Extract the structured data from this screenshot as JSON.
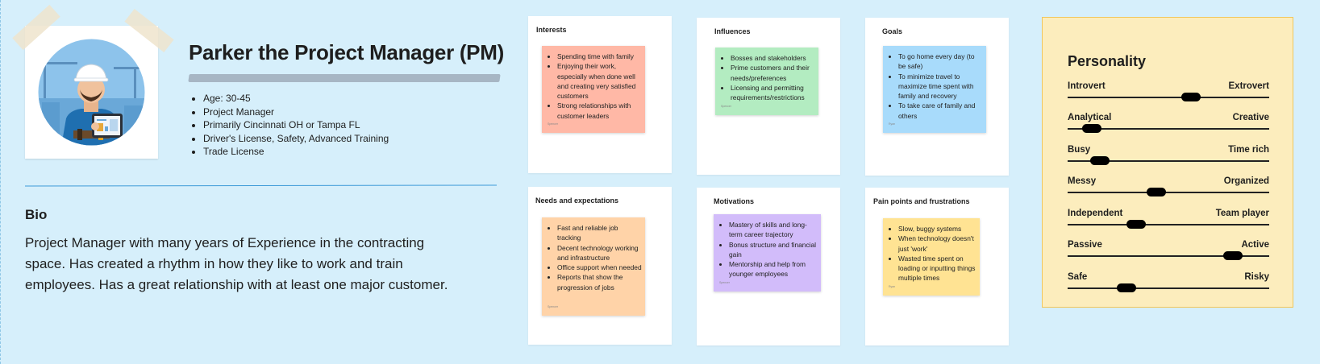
{
  "persona": {
    "title": "Parker the Project Manager (PM)",
    "facts": [
      "Age: 30-45",
      "Project Manager",
      "Primarily Cincinnati OH or Tampa FL",
      "Driver's License, Safety, Advanced Training",
      "Trade License"
    ]
  },
  "bio": {
    "heading": "Bio",
    "text": "Project Manager with many years of Experience in the contracting space. Has created a rhythm in how they like to work and train employees. Has a great relationship with at least one major customer."
  },
  "cards": [
    {
      "title": "Interests",
      "color": "#ffb8a6",
      "items": [
        "Spending time with family",
        "Enjoying their work, especially when done well and creating very satisfied customers",
        "Strong relationships with customer leaders"
      ],
      "author": "Spencer"
    },
    {
      "title": "Influences",
      "color": "#b3ecc1",
      "items": [
        "Bosses and stakeholders",
        "Prime customers and their needs/preferences",
        "Licensing and permitting requirements/restrictions"
      ],
      "author": "Spencer"
    },
    {
      "title": "Goals",
      "color": "#a8dbfb",
      "items": [
        "To go home every day (to be safe)",
        "To minimize travel to maximize time spent with family and recovery",
        "To take care of family and others"
      ],
      "author": "Ryan"
    },
    {
      "title": "Needs and expectations",
      "color": "#ffd3a8",
      "items": [
        "Fast and reliable job tracking",
        "Decent technology working and infrastructure",
        "Office support when needed",
        "Reports that show the progression of jobs"
      ],
      "author": "Spencer"
    },
    {
      "title": "Motivations",
      "color": "#d2bcfa",
      "items": [
        "Mastery of skills and long-term career trajectory",
        "Bonus structure and financial gain",
        "Mentorship and help from younger employees"
      ],
      "author": "Spencer"
    },
    {
      "title": "Pain points and frustrations",
      "color": "#ffe393",
      "items": [
        "Slow, buggy systems",
        "When technology doesn't just 'work'",
        "Wasted time spent on loading or inputting things multiple times"
      ],
      "author": "Ryan"
    }
  ],
  "personality": {
    "title": "Personality",
    "traits": [
      {
        "left": "Introvert",
        "right": "Extrovert",
        "value": 0.61
      },
      {
        "left": "Analytical",
        "right": "Creative",
        "value": 0.12
      },
      {
        "left": "Busy",
        "right": "Time rich",
        "value": 0.16
      },
      {
        "left": "Messy",
        "right": "Organized",
        "value": 0.44
      },
      {
        "left": "Independent",
        "right": "Team player",
        "value": 0.34
      },
      {
        "left": "Passive",
        "right": "Active",
        "value": 0.82
      },
      {
        "left": "Safe",
        "right": "Risky",
        "value": 0.29
      }
    ]
  }
}
